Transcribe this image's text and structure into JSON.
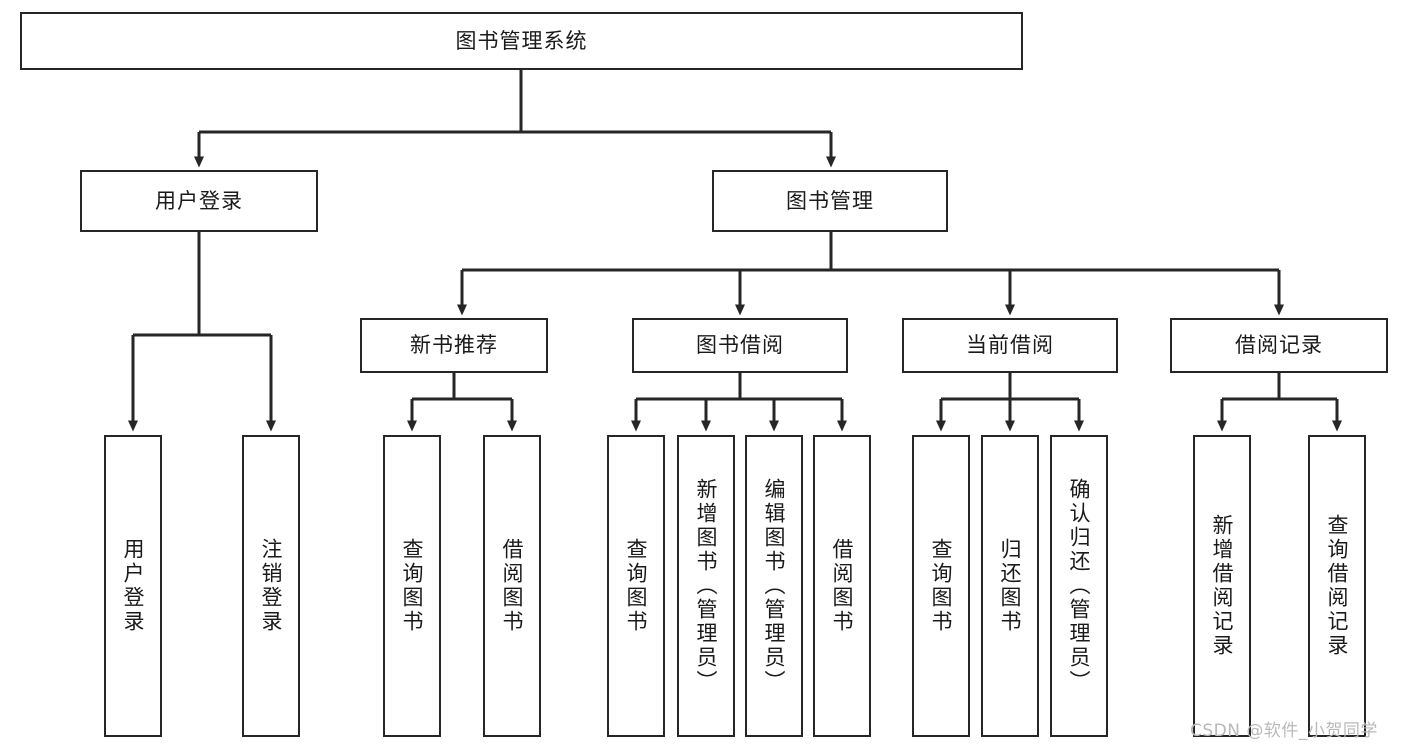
{
  "diagram": {
    "title": "图书管理系统",
    "type": "tree-hierarchy",
    "watermark": "CSDN @软件_小贺同学",
    "colors": {
      "stroke": "#262626",
      "fill": "#ffffff",
      "text": "#1a1a1a",
      "watermark": "#b9b9b9"
    },
    "levels": {
      "root": "图书管理系统",
      "level2": [
        "用户登录",
        "图书管理"
      ],
      "level3": [
        "新书推荐",
        "图书借阅",
        "当前借阅",
        "借阅记录"
      ],
      "level4": [
        "用户登录",
        "注销登录",
        "查询图书",
        "借阅图书",
        "查询图书",
        "新增图书（管理员）",
        "编辑图书（管理员）",
        "借阅图书",
        "查询图书",
        "归还图书",
        "确认归还（管理员）",
        "新增借阅记录",
        "查询借阅记录"
      ]
    },
    "nodes": {
      "root": {
        "label": "图书管理系统"
      },
      "user_login": {
        "label": "用户登录"
      },
      "book_manage": {
        "label": "图书管理"
      },
      "new_book_rec": {
        "label": "新书推荐"
      },
      "book_borrow": {
        "label": "图书借阅"
      },
      "current_borrow": {
        "label": "当前借阅"
      },
      "borrow_record": {
        "label": "借阅记录"
      },
      "leaf_user_login": {
        "label": "用户登录"
      },
      "leaf_logout": {
        "label": "注销登录"
      },
      "leaf_query_book_1": {
        "label": "查询图书"
      },
      "leaf_borrow_book_1": {
        "label": "借阅图书"
      },
      "leaf_query_book_2": {
        "label": "查询图书"
      },
      "leaf_add_book": {
        "label": "新增图书（管理员）"
      },
      "leaf_edit_book": {
        "label": "编辑图书（管理员）"
      },
      "leaf_borrow_book_2": {
        "label": "借阅图书"
      },
      "leaf_query_book_3": {
        "label": "查询图书"
      },
      "leaf_return_book": {
        "label": "归还图书"
      },
      "leaf_confirm_return": {
        "label": "确认归还（管理员）"
      },
      "leaf_add_record": {
        "label": "新增借阅记录"
      },
      "leaf_query_record": {
        "label": "查询借阅记录"
      }
    }
  }
}
